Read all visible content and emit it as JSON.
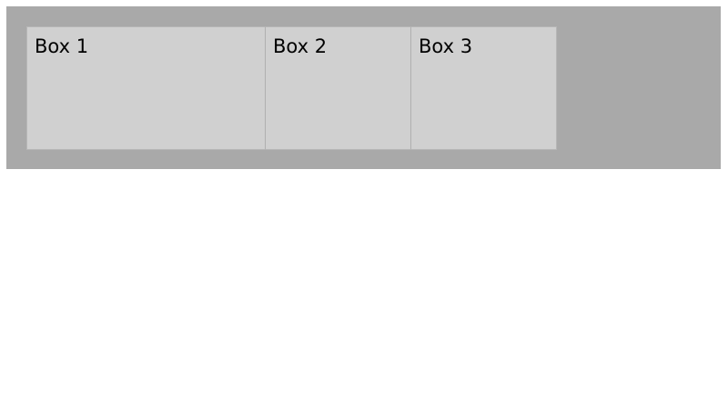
{
  "page": {
    "background_color": "#ffffff"
  },
  "container": {
    "name": "flex-container",
    "background_color": "#a9a9a9",
    "box_background_color": "#d0d0d0",
    "box_border_color": "#b0b0b0",
    "text_color": "#000000"
  },
  "boxes": [
    {
      "label": "Box 1"
    },
    {
      "label": "Box 2"
    },
    {
      "label": "Box 3"
    }
  ]
}
